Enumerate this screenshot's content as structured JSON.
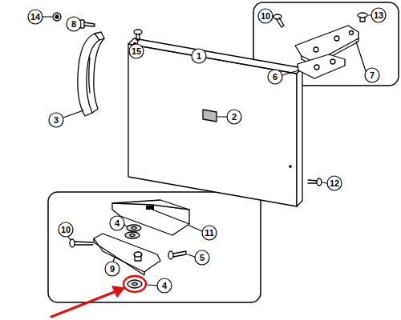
{
  "diagram": {
    "labels": [
      "14",
      "8",
      "15",
      "1",
      "10",
      "13",
      "7",
      "6",
      "3",
      "2",
      "12",
      "10",
      "4",
      "11",
      "9",
      "5",
      "4"
    ]
  }
}
